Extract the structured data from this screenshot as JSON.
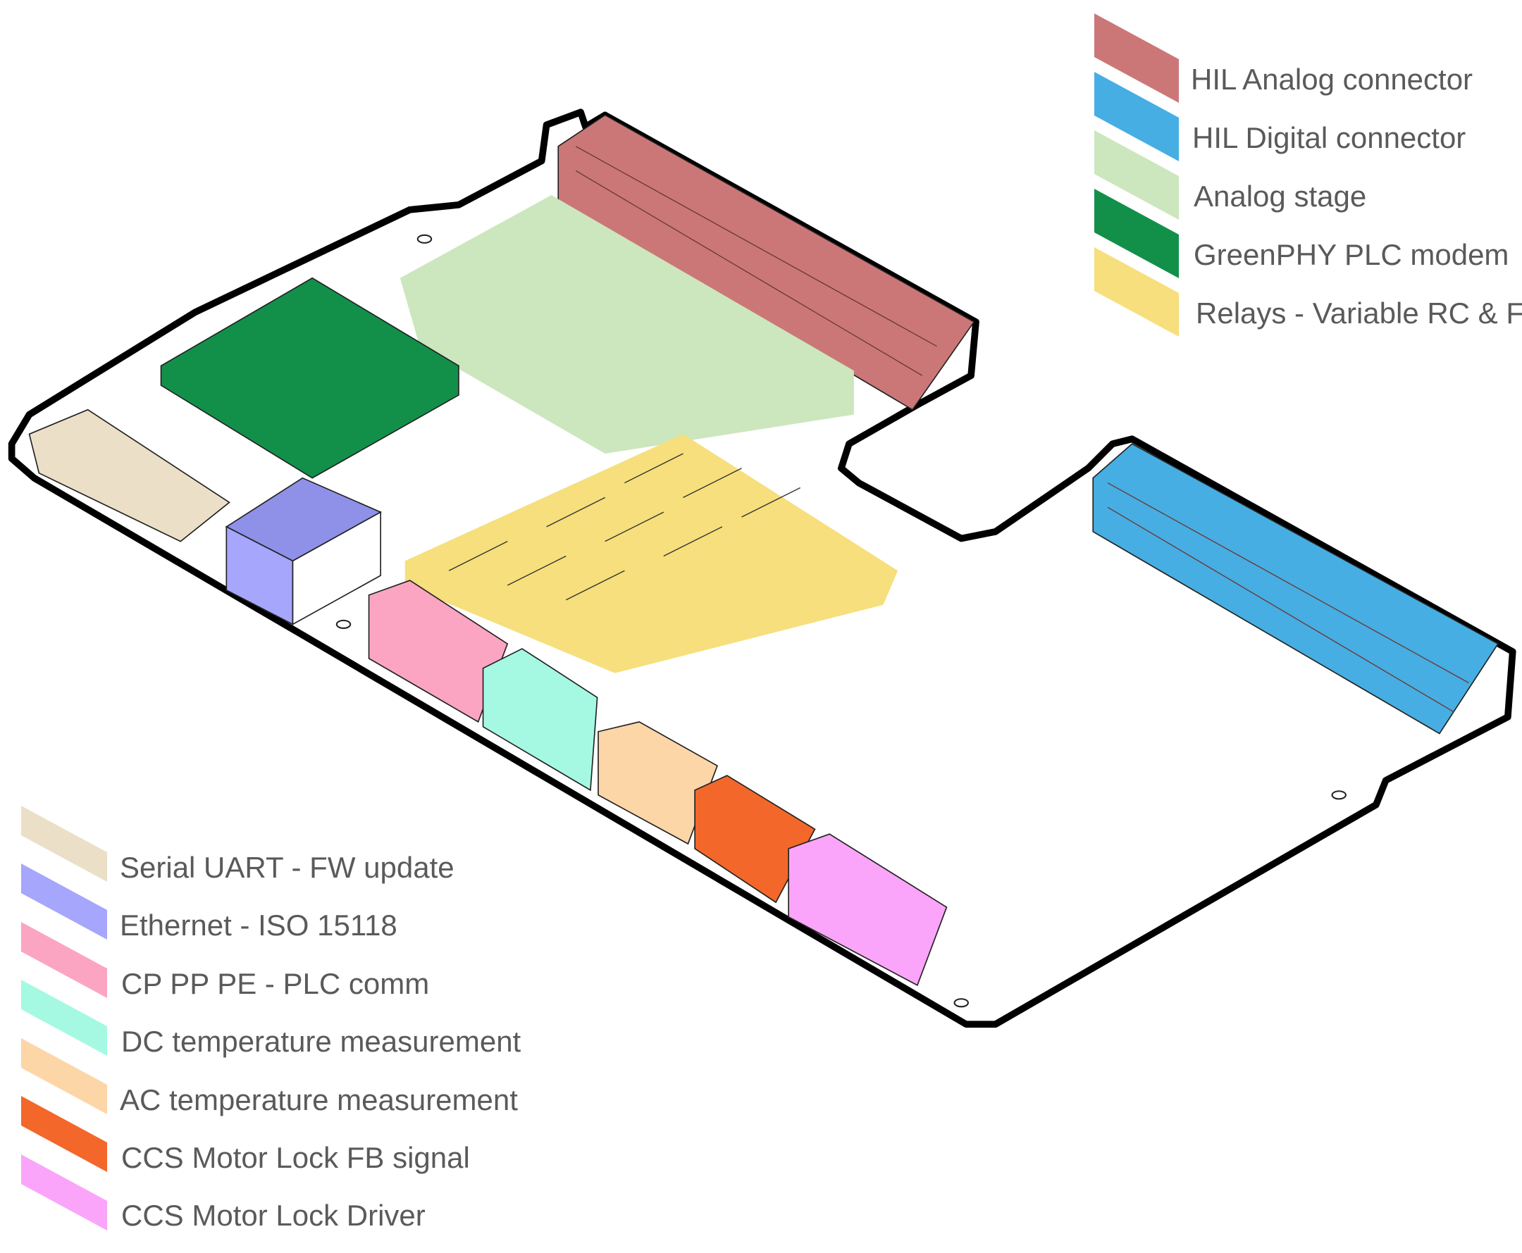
{
  "legend_top": [
    {
      "label": "HIL Analog connector",
      "color": "#cc7777"
    },
    {
      "label": "HIL Digital connector",
      "color": "#46aee3"
    },
    {
      "label": "Analog stage",
      "color": "#cce6be"
    },
    {
      "label": "GreenPHY PLC modem",
      "color": "#12904a"
    },
    {
      "label": "Relays - Variable RC & FI",
      "color": "#f6df7c"
    }
  ],
  "legend_bottom": [
    {
      "label": "Serial UART - FW update",
      "color": "#ebe0c7"
    },
    {
      "label": "Ethernet - ISO 15118",
      "color": "#a5a6fc"
    },
    {
      "label": "CP PP PE - PLC comm",
      "color": "#fca5c3"
    },
    {
      "label": "DC temperature measurement",
      "color": "#a5f9e2"
    },
    {
      "label": "AC temperature measurement",
      "color": "#fdd6a8"
    },
    {
      "label": "CCS Motor Lock FB signal",
      "color": "#f3672a"
    },
    {
      "label": "CCS Motor Lock Driver",
      "color": "#faa5f9"
    }
  ]
}
